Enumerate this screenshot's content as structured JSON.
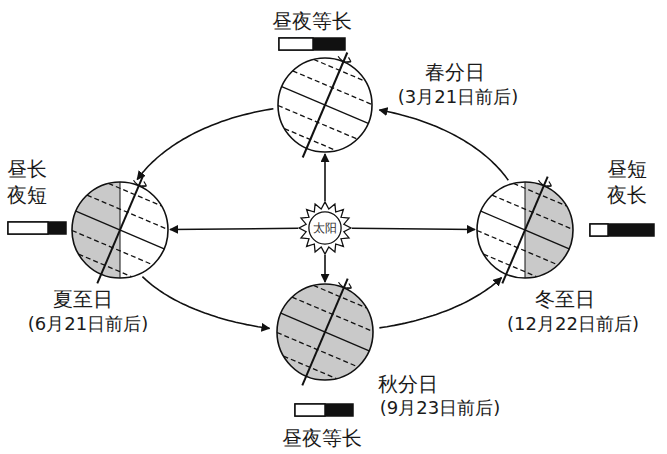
{
  "diagram": {
    "nodes": [
      {
        "text": [
          "太阳"
        ]
      },
      {
        "text": [
          "春分日",
          "(3月21日前后)"
        ]
      },
      {
        "text": [
          "夏至日",
          "(6月21日前后)"
        ]
      },
      {
        "text": [
          "秋分日",
          "(9月23日前后)"
        ]
      },
      {
        "text": [
          "冬至日",
          "(12月22日前后)"
        ]
      }
    ],
    "edges": [
      {
        "from": 0,
        "to": 1,
        "arrow": "to"
      },
      {
        "from": 0,
        "to": 2,
        "arrow": "to"
      },
      {
        "from": 0,
        "to": 3,
        "arrow": "to"
      },
      {
        "from": 0,
        "to": 4,
        "arrow": "to"
      },
      {
        "from": 1,
        "to": 2,
        "arrow": "to"
      },
      {
        "from": 2,
        "to": 3,
        "arrow": "to"
      },
      {
        "from": 3,
        "to": 4,
        "arrow": "to"
      },
      {
        "from": 4,
        "to": 1,
        "arrow": "to"
      }
    ],
    "labels": [
      "昼夜等长",
      "昼长夜短",
      "昼短夜长",
      "昼夜等长"
    ]
  }
}
